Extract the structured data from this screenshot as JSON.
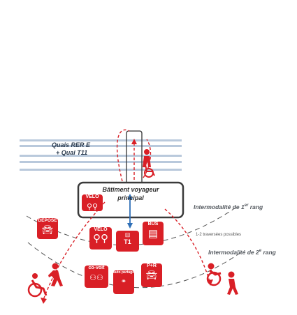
{
  "labels": {
    "rail_line1": "Quais RER E",
    "rail_line2": "+ Quai T11",
    "station_line1": "Bâtiment voyageur",
    "station_line2": "principal",
    "rank1_text": "Intermodalité de 1",
    "rank1_sup": "er",
    "rank1_suffix": " rang",
    "rank2_text": "Intermodalité de 2",
    "rank2_sup": "e",
    "rank2_suffix": " rang",
    "crossings": "1-2 traversées possibles"
  },
  "tiles": {
    "velo_inside": "VELO",
    "depose": "DEPOSE",
    "velo": "VELO",
    "t1": "T1",
    "bus": "BUS",
    "covoit": "co-voit",
    "autopartage": "auto partage",
    "pr": "P+R"
  },
  "colors": {
    "accent_red": "#d91f26",
    "track_blue": "#b9c9dc",
    "arrow_blue": "#2f6fb7",
    "circle_gray": "#555555"
  }
}
